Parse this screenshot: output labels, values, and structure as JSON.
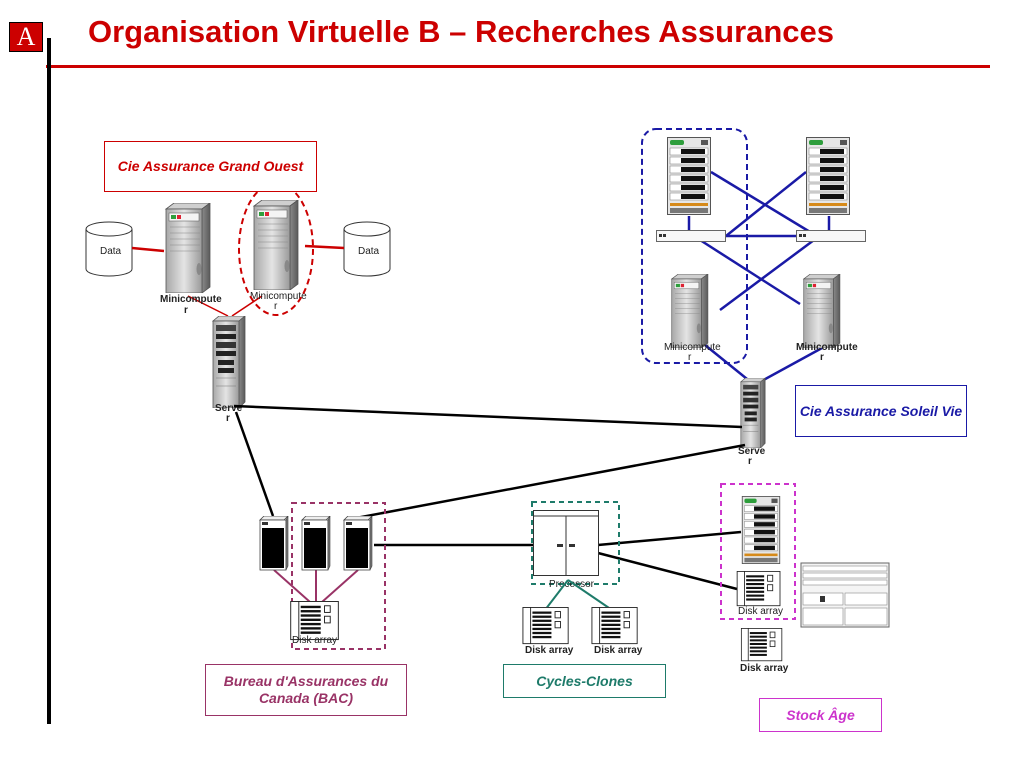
{
  "header": {
    "logo_letter": "A",
    "title": "Organisation Virtuelle B – Recherches Assurances"
  },
  "colors": {
    "title": "#cc0000",
    "grand_ouest": "#cc0000",
    "soleil_vie": "#1a1aa6",
    "bac": "#993366",
    "cycles": "#1e7b6a",
    "stock": "#cc33cc"
  },
  "labels": {
    "grand_ouest": "Cie Assurance Grand Ouest",
    "soleil_vie": "Cie Assurance Soleil Vie",
    "bac": "Bureau d'Assurances du Canada (BAC)",
    "cycles": "Cycles-Clones",
    "stock": "Stock Âge"
  },
  "captions": {
    "data_left": "Data",
    "data_right": "Data",
    "mini1": "Minicompute",
    "mini2": "Minicompute",
    "mini3": "Minicompute",
    "mini4": "Minicompute",
    "mini_suffix": "r",
    "server1": "Serve",
    "server2": "Serve",
    "server_suffix": "r",
    "disk_bac": "Disk array",
    "processor": "Processor",
    "disk_c1": "Disk array",
    "disk_c2": "Disk array",
    "disk_s1": "Disk array",
    "disk_s2": "Disk array"
  }
}
